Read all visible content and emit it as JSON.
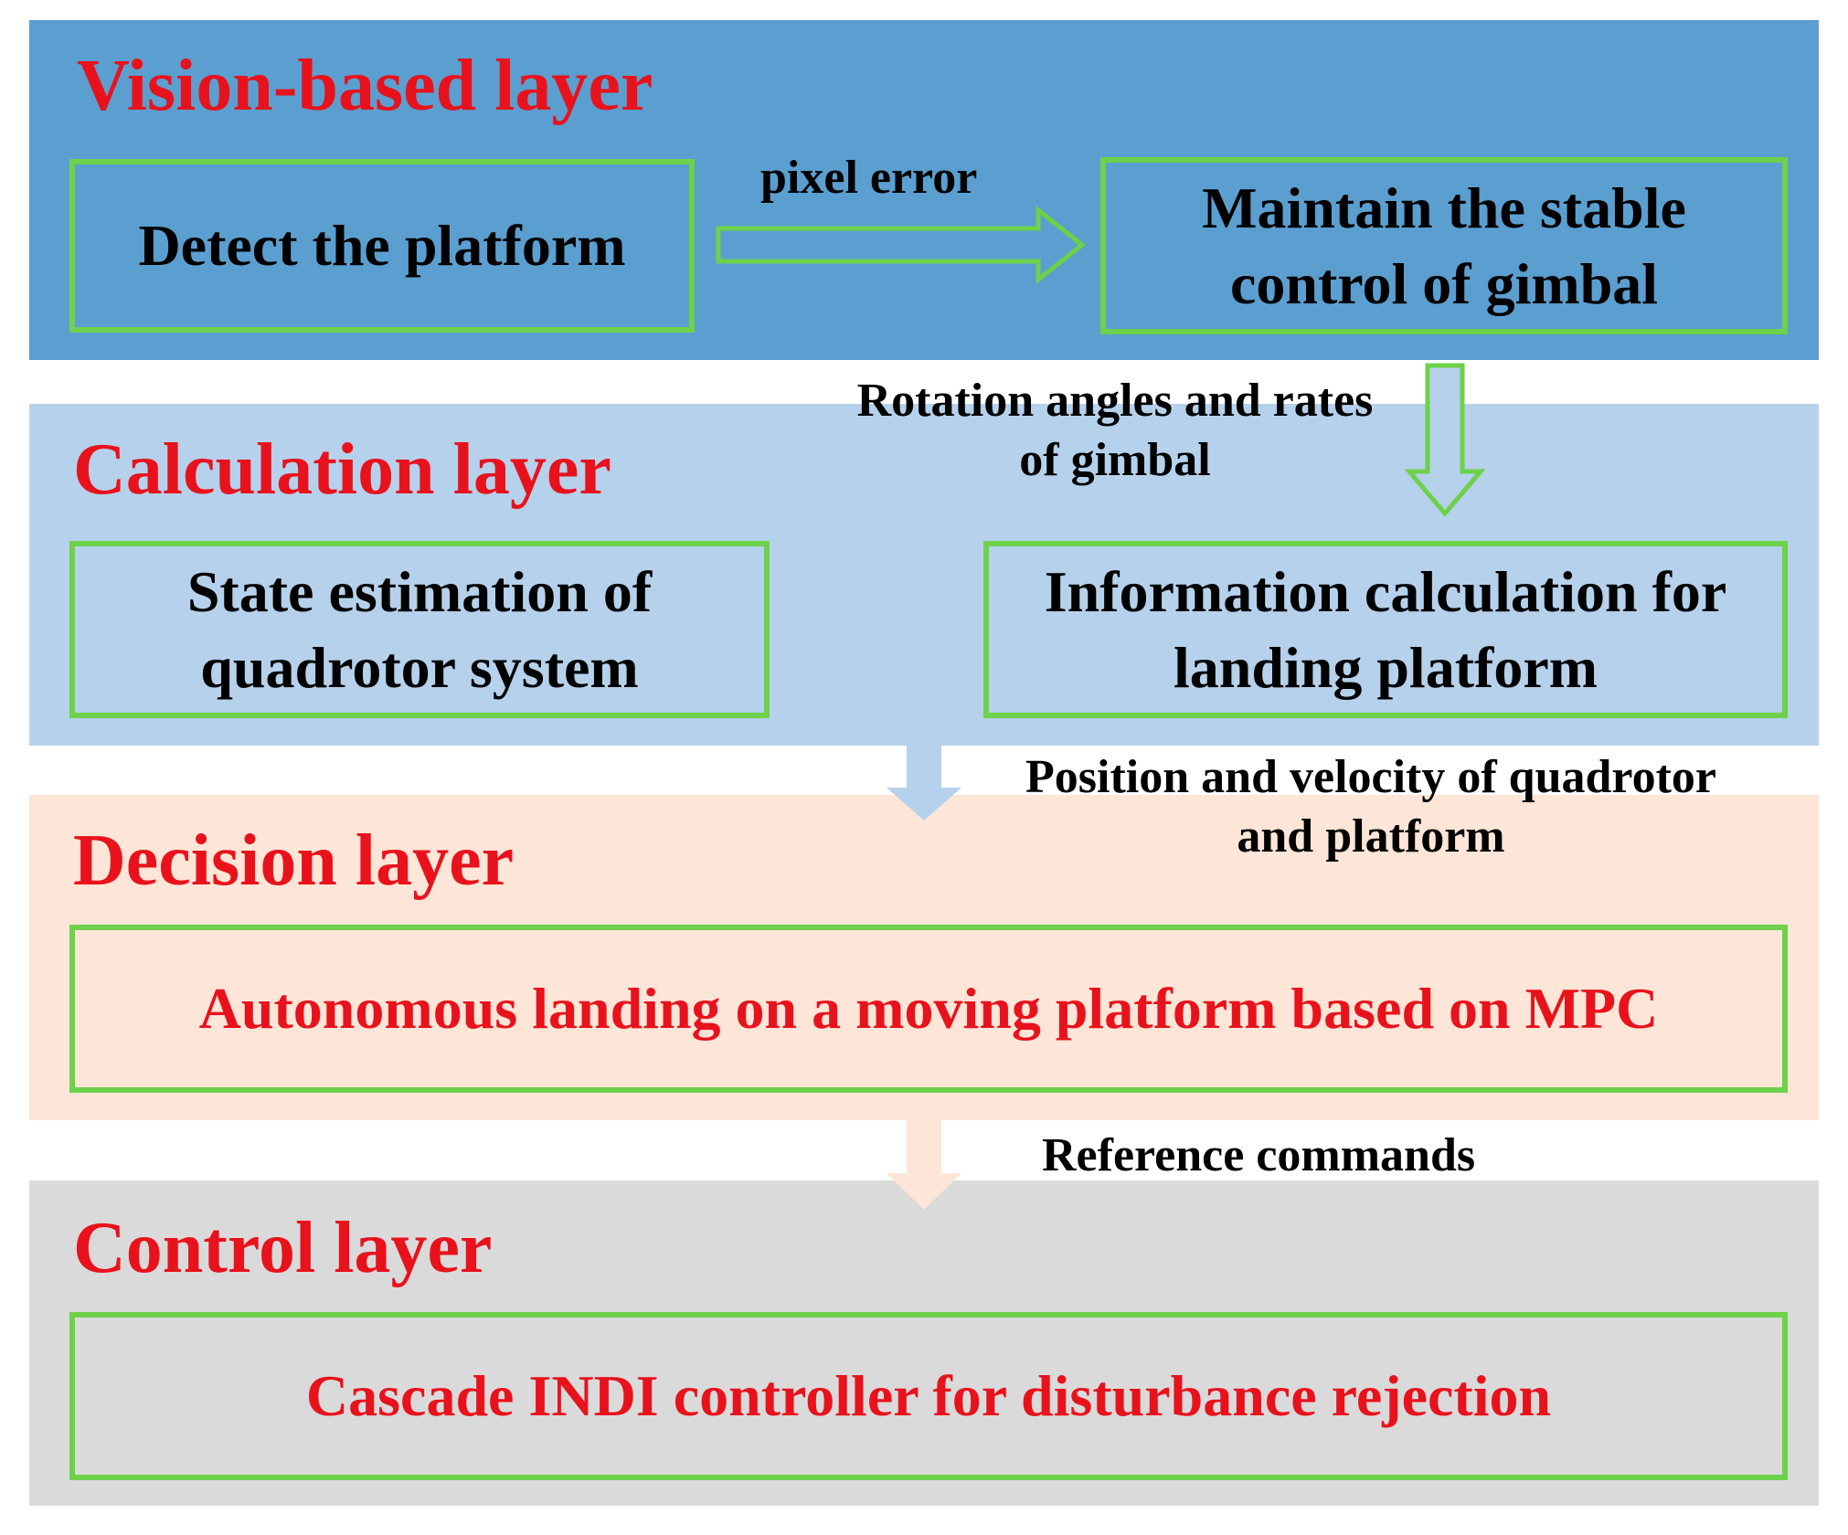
{
  "colors": {
    "vision_bg": "#5b9fd0",
    "calculation_bg": "#b6d1eb",
    "decision_bg": "#fde5d7",
    "control_bg": "#dadada",
    "box_border": "#6dd14a",
    "title_red": "#e8121c"
  },
  "layers": {
    "vision": {
      "title": "Vision-based layer",
      "boxes": {
        "detect": "Detect the platform",
        "maintain_line1": "Maintain the stable",
        "maintain_line2": "control of gimbal"
      }
    },
    "calculation": {
      "title": "Calculation layer",
      "boxes": {
        "state_line1": "State estimation of",
        "state_line2": "quadrotor system",
        "info_line1": "Information calculation for",
        "info_line2": "landing platform"
      }
    },
    "decision": {
      "title": "Decision layer",
      "box": "Autonomous landing on a moving platform based on MPC"
    },
    "control": {
      "title": "Control layer",
      "box": "Cascade INDI controller for disturbance rejection"
    }
  },
  "connections": {
    "pixel_error": "pixel error",
    "rotation_line1": "Rotation angles and rates",
    "rotation_line2": "of gimbal",
    "position_line1": "Position and velocity of quadrotor",
    "position_line2": "and platform",
    "reference": "Reference commands"
  }
}
